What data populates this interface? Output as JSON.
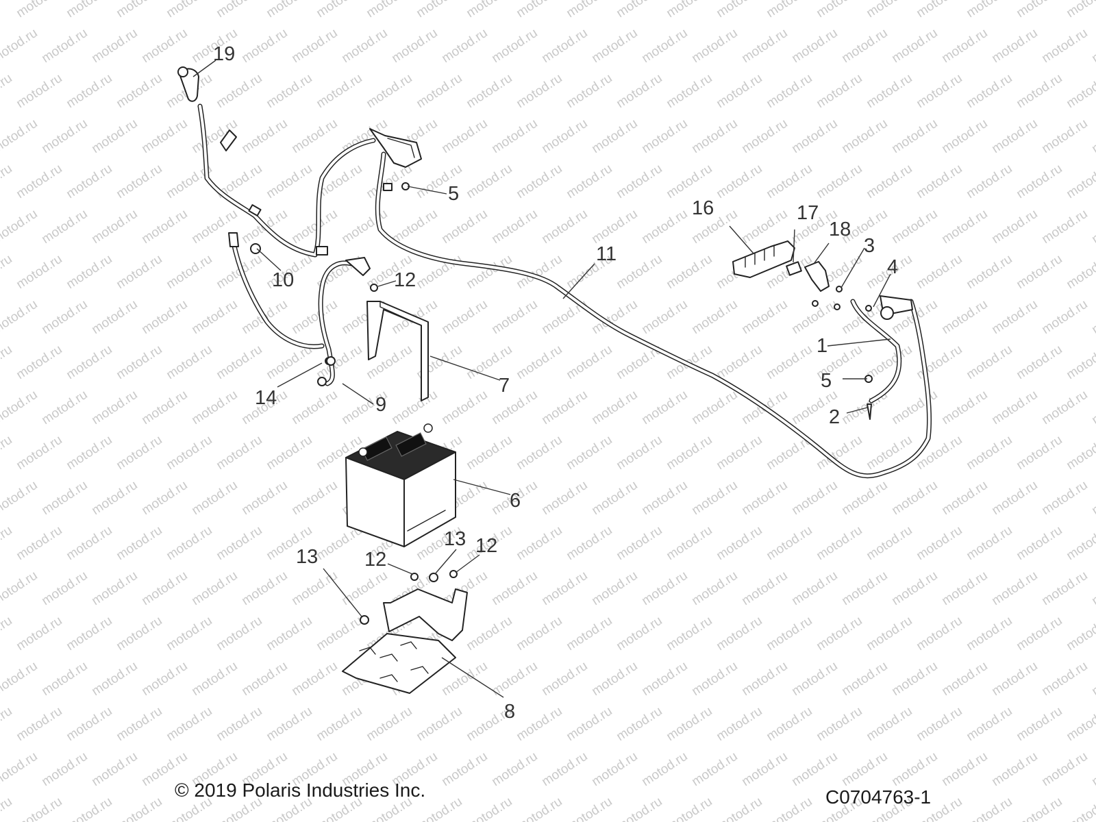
{
  "watermark": {
    "text": "motod.ru"
  },
  "callouts": {
    "c1": "1",
    "c2": "2",
    "c3": "3",
    "c4": "4",
    "c5a": "5",
    "c5b": "5",
    "c6": "6",
    "c7": "7",
    "c8": "8",
    "c9": "9",
    "c10": "10",
    "c11": "11",
    "c12a": "12",
    "c12b": "12",
    "c12c": "12",
    "c13a": "13",
    "c13b": "13",
    "c14": "14",
    "c16": "16",
    "c17": "17",
    "c18": "18",
    "c19": "19"
  },
  "footer": {
    "copyright": "© 2019 Polaris Industries Inc.",
    "figure_code": "C0704763-1"
  },
  "colors": {
    "line": "#222222",
    "watermark": "#c9c9c9",
    "battery_top": "#2a2a2a",
    "background": "#ffffff"
  }
}
